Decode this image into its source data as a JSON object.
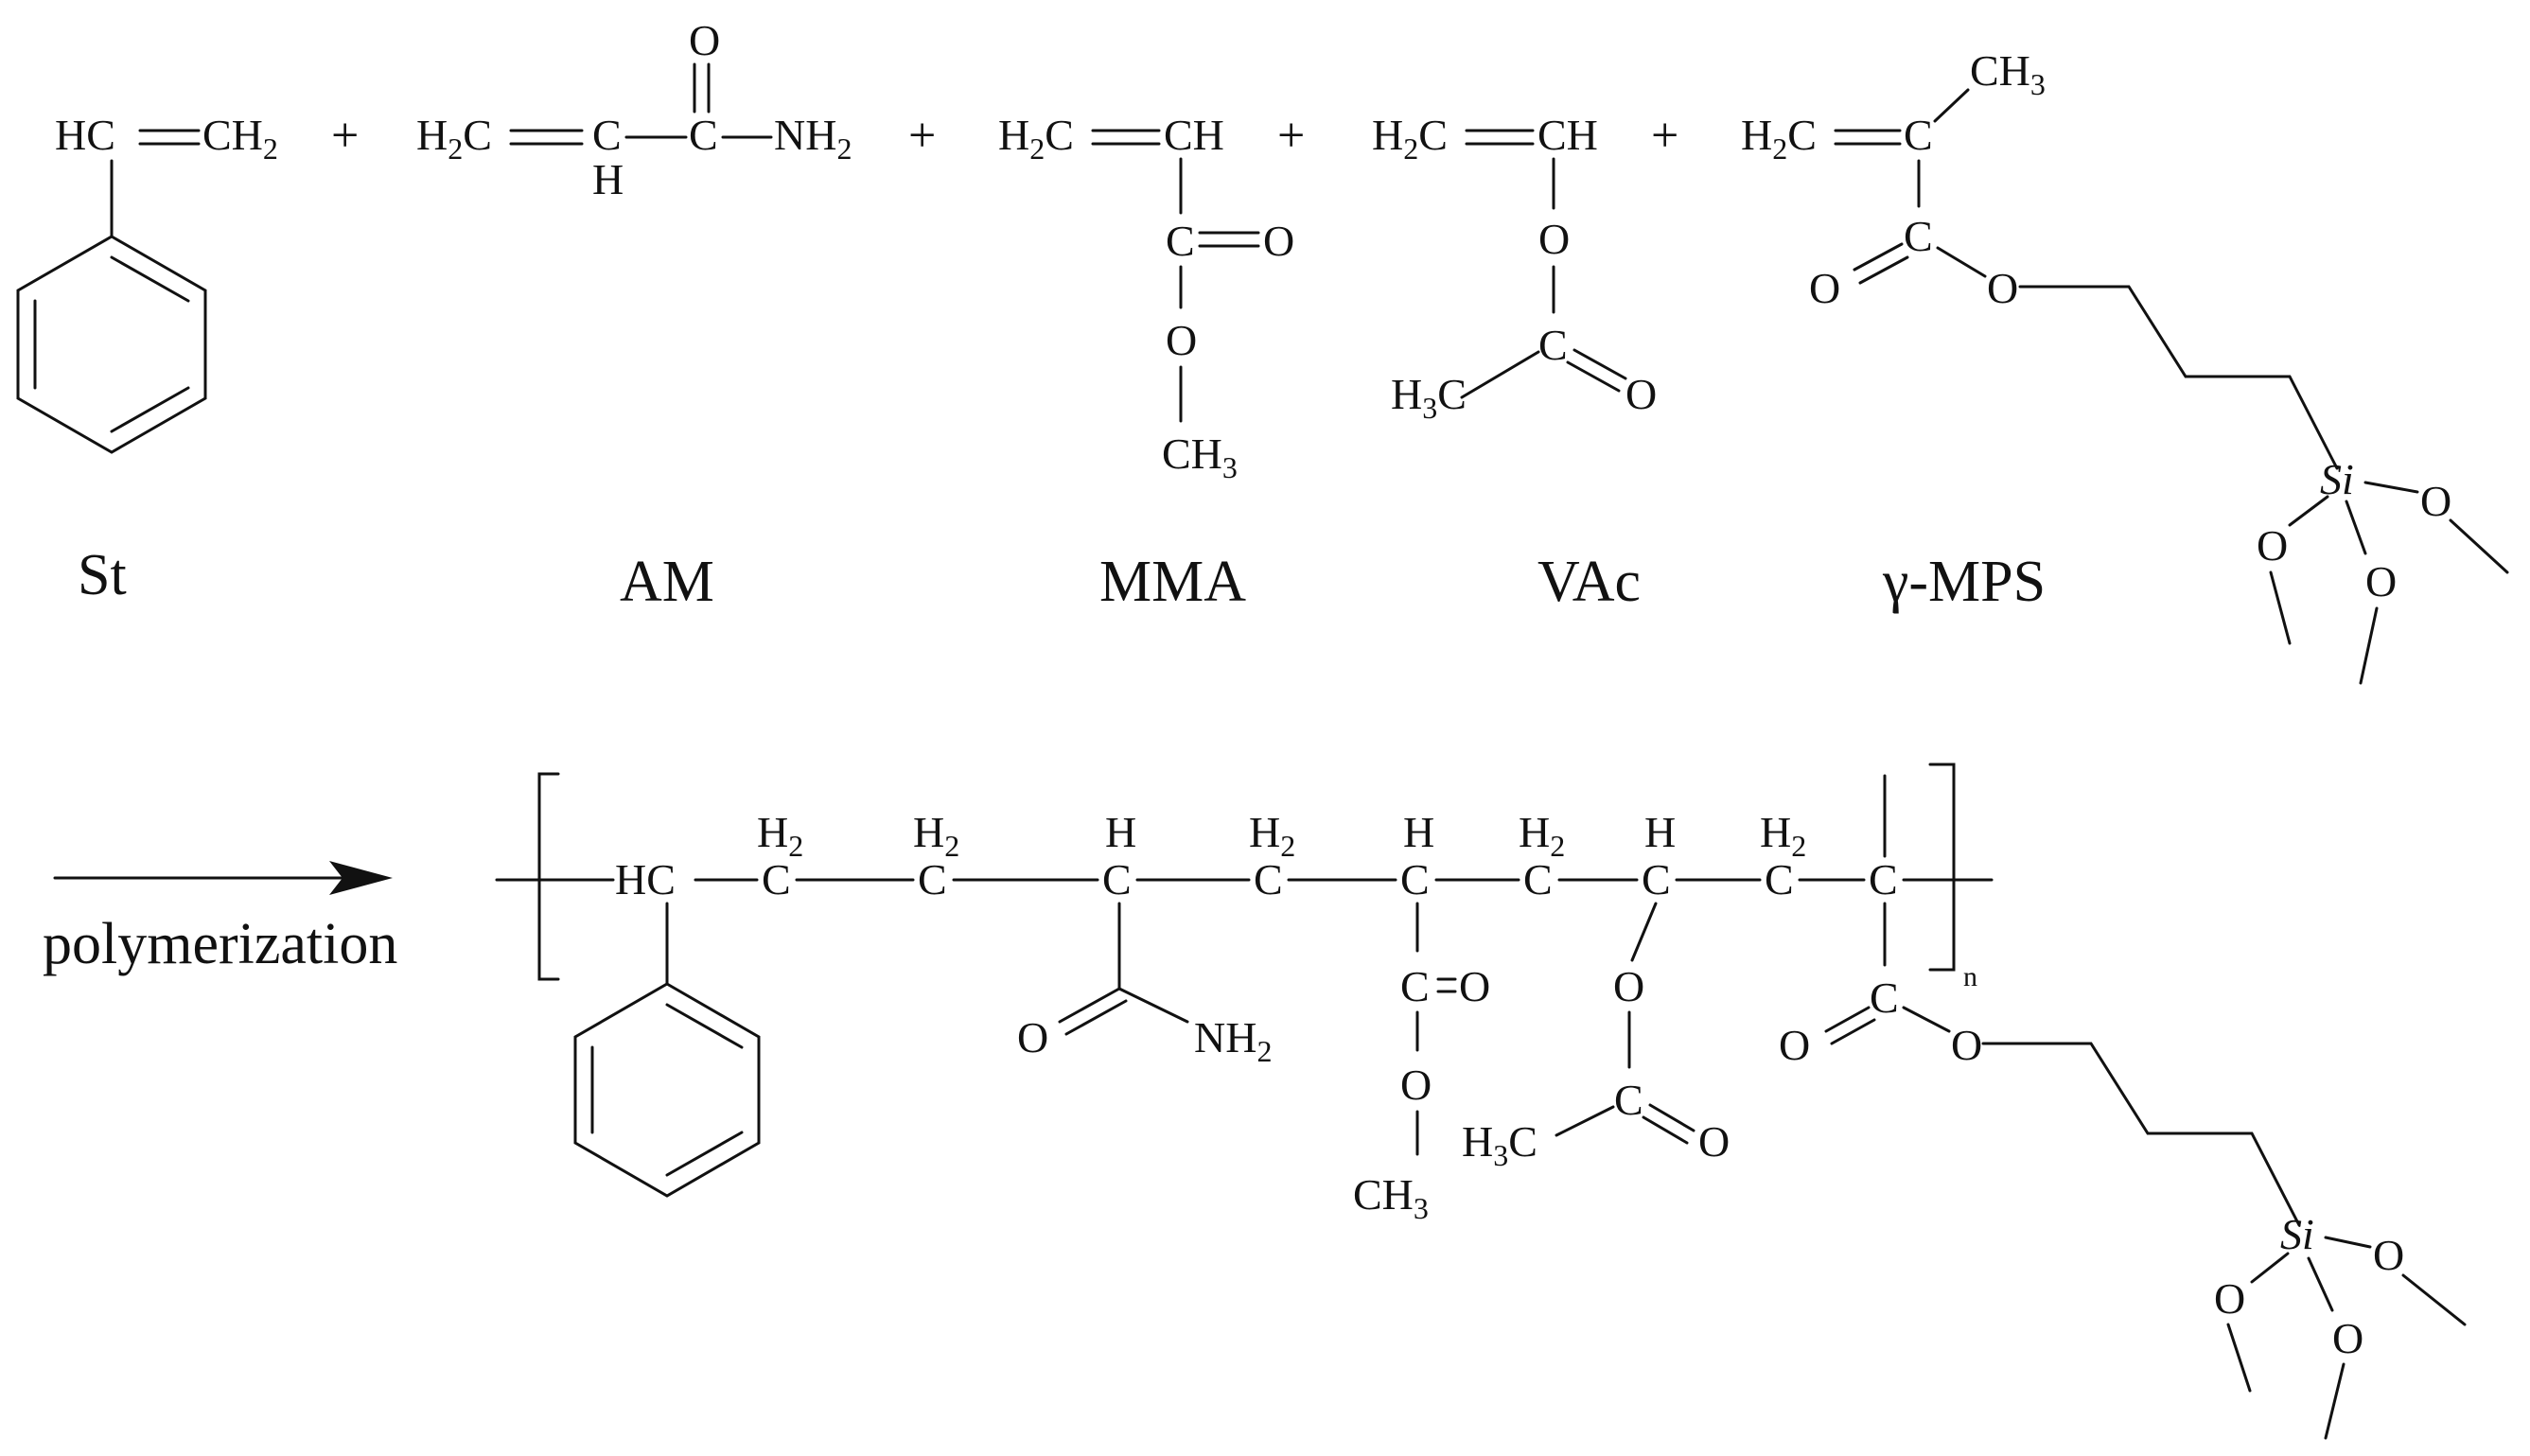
{
  "monomers": [
    {
      "id": "st",
      "label": "St"
    },
    {
      "id": "am",
      "label": "AM"
    },
    {
      "id": "mma",
      "label": "MMA"
    },
    {
      "id": "vac",
      "label": "VAc"
    },
    {
      "id": "mps",
      "label": "γ-MPS"
    }
  ],
  "plus_sign": "+",
  "reaction": {
    "arrow_label": "polymerization",
    "repeat_subscript": "n"
  },
  "atoms": {
    "HC": "HC",
    "CH": "CH",
    "CH2_main": "CH",
    "H2_left": "H",
    "H2_sub": "2",
    "C": "C",
    "O": "O",
    "NH": "NH",
    "H": "H",
    "Si": "Si"
  },
  "colors": {
    "ink": "#111111",
    "background": "#ffffff"
  }
}
